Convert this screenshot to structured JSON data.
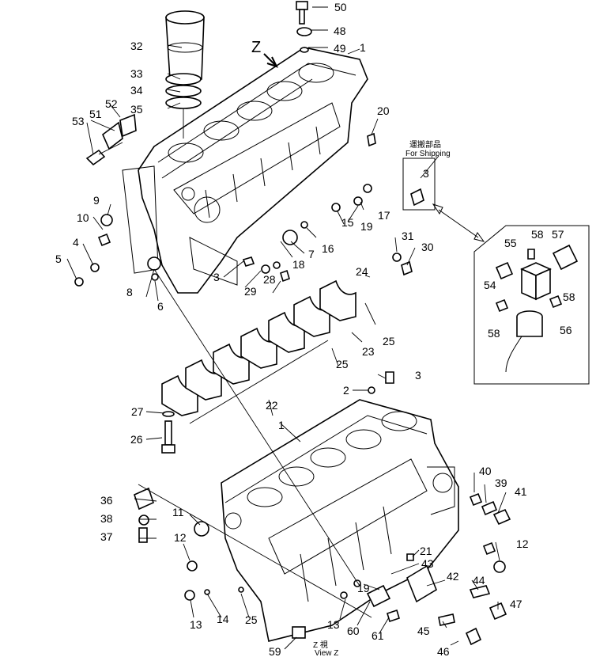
{
  "view_marker": "Z",
  "shipping_note": {
    "jp": "運搬部品",
    "en": "For Shipping"
  },
  "view_caption": {
    "jp": "Z 視",
    "en": "View Z"
  },
  "callouts": {
    "p50": "50",
    "p48": "48",
    "p49": "49",
    "p1a": "1",
    "p32": "32",
    "p33": "33",
    "p34": "34",
    "p35": "35",
    "p52": "52",
    "p51": "51",
    "p53": "53",
    "p20": "20",
    "p3a": "3",
    "p9": "9",
    "p10": "10",
    "p4a": "4",
    "p5": "5",
    "p17": "17",
    "p15": "15",
    "p19a": "19",
    "p16": "16",
    "p18": "18",
    "p7": "7",
    "p31": "31",
    "p30": "30",
    "p3b": "3",
    "p29": "29",
    "p28": "28",
    "p8": "8",
    "p6": "6",
    "p24": "24",
    "p25a": "25",
    "p23": "23",
    "p25b": "25",
    "p55": "55",
    "p58a": "58",
    "p57": "57",
    "p54": "54",
    "p58b": "58",
    "p58c": "58",
    "p56": "56",
    "p3c": "3",
    "p2": "2",
    "p27": "27",
    "p22": "22",
    "p26": "26",
    "p1b": "1",
    "p40": "40",
    "p39": "39",
    "p41": "41",
    "p36": "36",
    "p38": "38",
    "p37": "37",
    "p11": "11",
    "p12a": "12",
    "p12b": "12",
    "p21": "21",
    "p43": "43",
    "p42": "42",
    "p44": "44",
    "p19b": "19",
    "p47": "47",
    "p13a": "13",
    "p14": "14",
    "p25c": "25",
    "p13b": "13",
    "p60": "60",
    "p61": "61",
    "p45": "45",
    "p46": "46",
    "p59": "59"
  }
}
